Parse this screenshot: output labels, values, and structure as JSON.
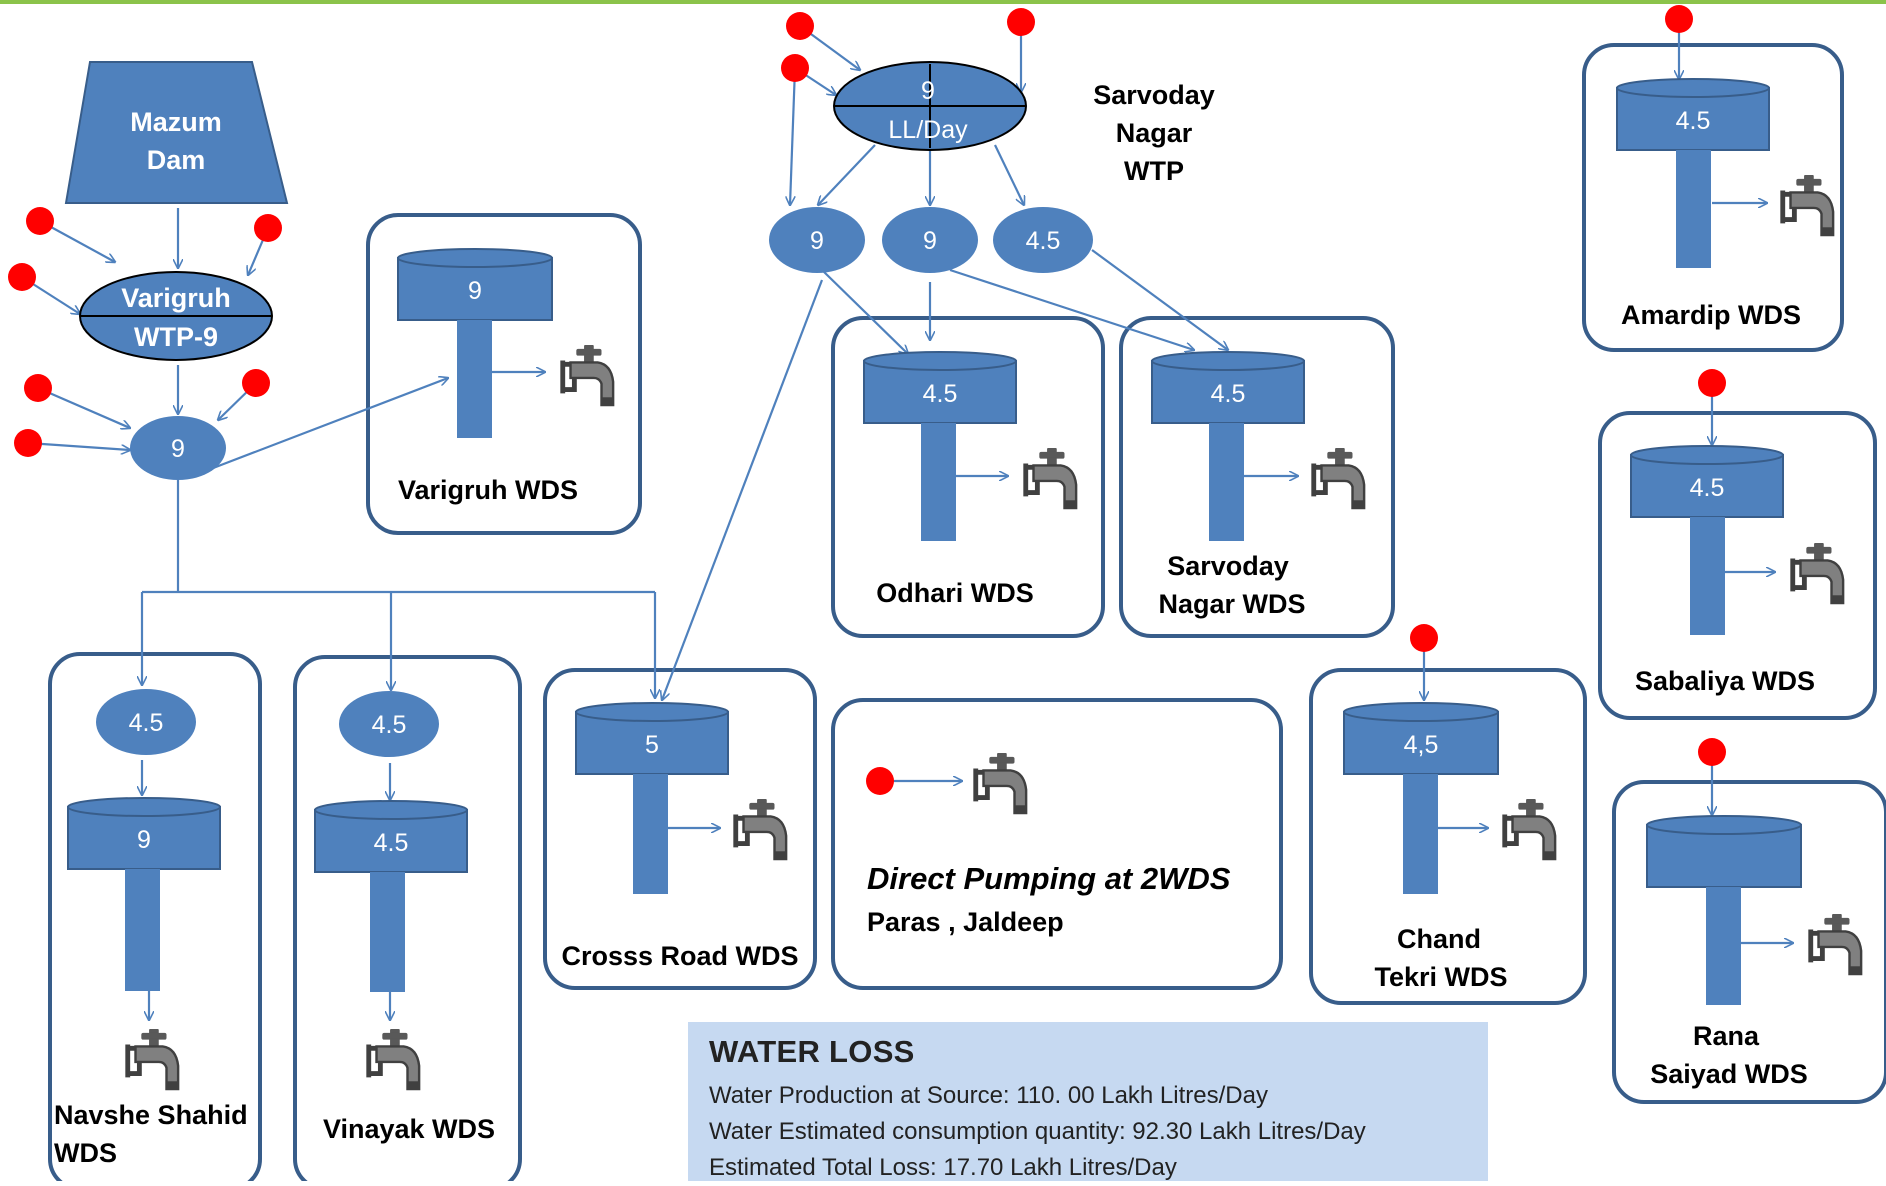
{
  "colors": {
    "top_bar": "#8bc34a",
    "node_fill": "#4f81bd",
    "box_border": "#385d8a",
    "arrow": "#4f81bd",
    "valve": "#ff0000",
    "loss_box": "#c6d9f1"
  },
  "icons": {
    "tap": "tap-icon",
    "valve": "valve-dot"
  },
  "mazum_dam": {
    "label_1": "Mazum",
    "label_2": "Dam"
  },
  "varigruh_wtp": {
    "label_1": "Varigruh",
    "label_2": "WTP-9"
  },
  "sarvoday_wtp": {
    "value": "9",
    "unit": "LL/Day",
    "label_1": "Sarvoday",
    "label_2": "Nagar",
    "label_3": "WTP"
  },
  "sarvoday_splits": [
    "9",
    "9",
    "4.5"
  ],
  "varigruh_split": "9",
  "wds": {
    "varigruh": {
      "tank": "9",
      "name": "Varigruh WDS"
    },
    "odhari": {
      "tank": "4.5",
      "name": "Odhari  WDS"
    },
    "sarvoday_nagar": {
      "tank": "4.5",
      "name_1": "Sarvoday",
      "name_2": "Nagar WDS"
    },
    "amardip": {
      "tank": "4.5",
      "name": "Amardip WDS"
    },
    "sabaliya": {
      "tank": "4.5",
      "name": "Sabaliya WDS"
    },
    "rana_saiyad": {
      "tank": "",
      "name_1": "Rana",
      "name_2": "Saiyad WDS"
    },
    "navshe_shahid": {
      "split": "4.5",
      "tank": "9",
      "name_1": "Navshe Shahid",
      "name_2": "WDS"
    },
    "vinayak": {
      "split": "4.5",
      "tank": "4.5",
      "name": "Vinayak WDS"
    },
    "cross_road": {
      "tank": "5",
      "name": "Crosss Road WDS"
    },
    "chand_tekri": {
      "tank": "4,5",
      "name_1": "Chand",
      "name_2": "Tekri WDS"
    }
  },
  "direct_pumping": {
    "title": "Direct Pumping at 2WDS",
    "subtitle": "Paras , Jaldeep"
  },
  "water_loss": {
    "title": "WATER LOSS",
    "lines": [
      "Water Production at Source: 110. 00 Lakh Litres/Day",
      "Water Estimated consumption quantity: 92.30 Lakh Litres/Day",
      "Estimated Total Loss: 17.70 Lakh Litres/Day"
    ]
  }
}
